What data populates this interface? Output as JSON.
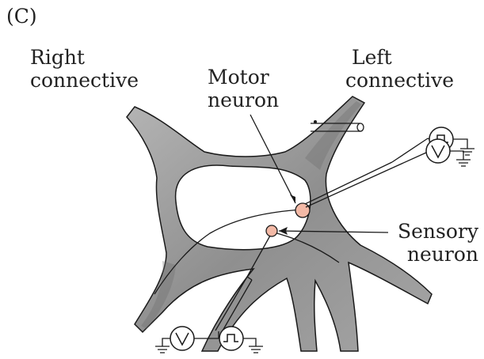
{
  "panel_label": "(C)",
  "labels": {
    "right_connective": [
      "Right",
      "connective"
    ],
    "left_connective": [
      "Left",
      "connective"
    ],
    "motor_neuron": [
      "Motor",
      "neuron"
    ],
    "sensory_neuron": [
      "Sensory",
      "neuron"
    ]
  },
  "instruments": {
    "voltmeter_symbol": "V",
    "stimulator_symbol": "pulse-icon",
    "ground_symbol": "ground-icon"
  },
  "colors": {
    "ganglion_fill": "#9c9c9c",
    "ganglion_dark": "#6e6e6e",
    "neuron_fill": "#f3b9a6",
    "line": "#1a1a1a",
    "background": "#ffffff"
  }
}
